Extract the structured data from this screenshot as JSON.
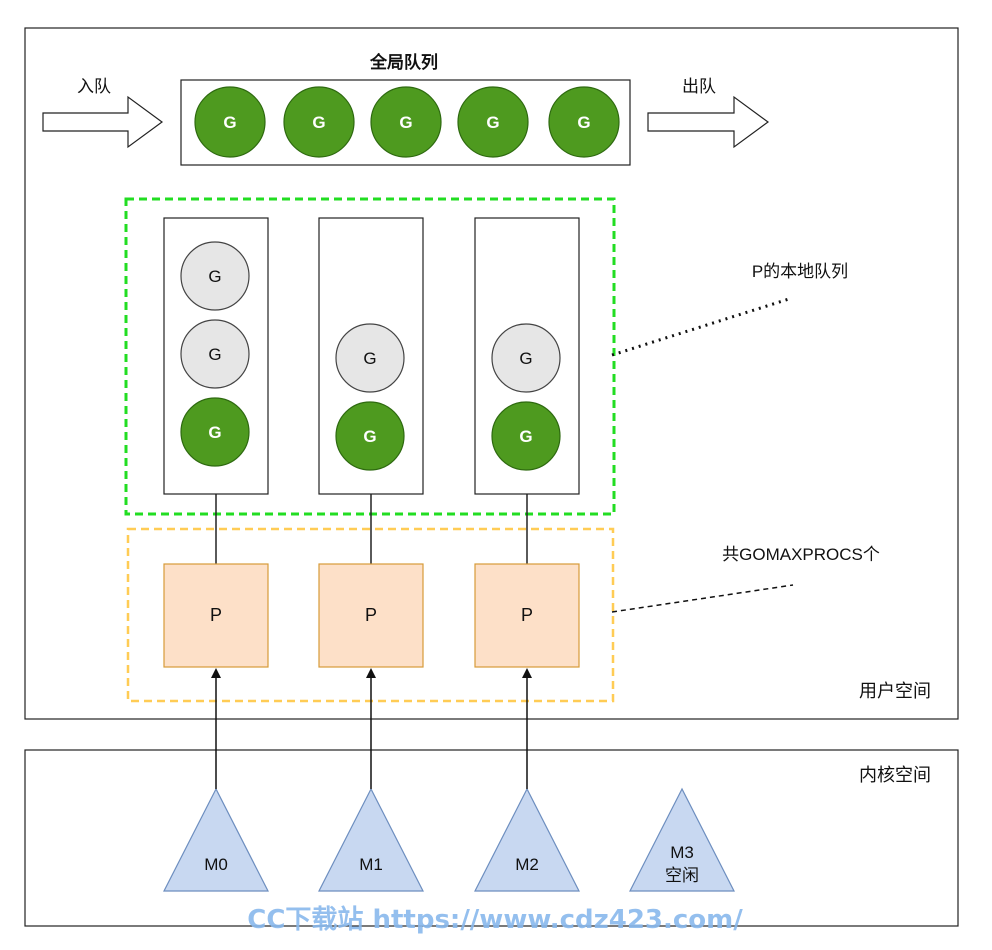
{
  "global_queue": {
    "title": "全局队列",
    "enqueue_label": "入队",
    "dequeue_label": "出队",
    "goroutines": [
      "G",
      "G",
      "G",
      "G",
      "G"
    ]
  },
  "local_queues": {
    "annotation": "P的本地队列",
    "queues": [
      {
        "goroutines": [
          {
            "label": "G",
            "state": "waiting"
          },
          {
            "label": "G",
            "state": "waiting"
          },
          {
            "label": "G",
            "state": "running"
          }
        ]
      },
      {
        "goroutines": [
          {
            "label": "G",
            "state": "waiting"
          },
          {
            "label": "G",
            "state": "running"
          }
        ]
      },
      {
        "goroutines": [
          {
            "label": "G",
            "state": "waiting"
          },
          {
            "label": "G",
            "state": "running"
          }
        ]
      }
    ]
  },
  "processors": {
    "annotation": "共GOMAXPROCS个",
    "items": [
      "P",
      "P",
      "P"
    ]
  },
  "user_space_label": "用户空间",
  "kernel_space_label": "内核空间",
  "threads": [
    {
      "name": "M0",
      "status": ""
    },
    {
      "name": "M1",
      "status": ""
    },
    {
      "name": "M2",
      "status": ""
    },
    {
      "name": "M3",
      "status": "空闲"
    }
  ],
  "watermark": "CC下载站 https://www.cdz423.com/",
  "colors": {
    "running_goroutine": "#4e9a1f",
    "waiting_goroutine": "#e6e6e6",
    "processor_fill": "#fde0c8",
    "processor_border": "#d79b38",
    "thread_fill": "#c8d8f1",
    "thread_border": "#6d8ebf",
    "local_queue_border": "#22dd22",
    "processor_group_border": "#ffcc55",
    "watermark": "#88b8ec"
  }
}
